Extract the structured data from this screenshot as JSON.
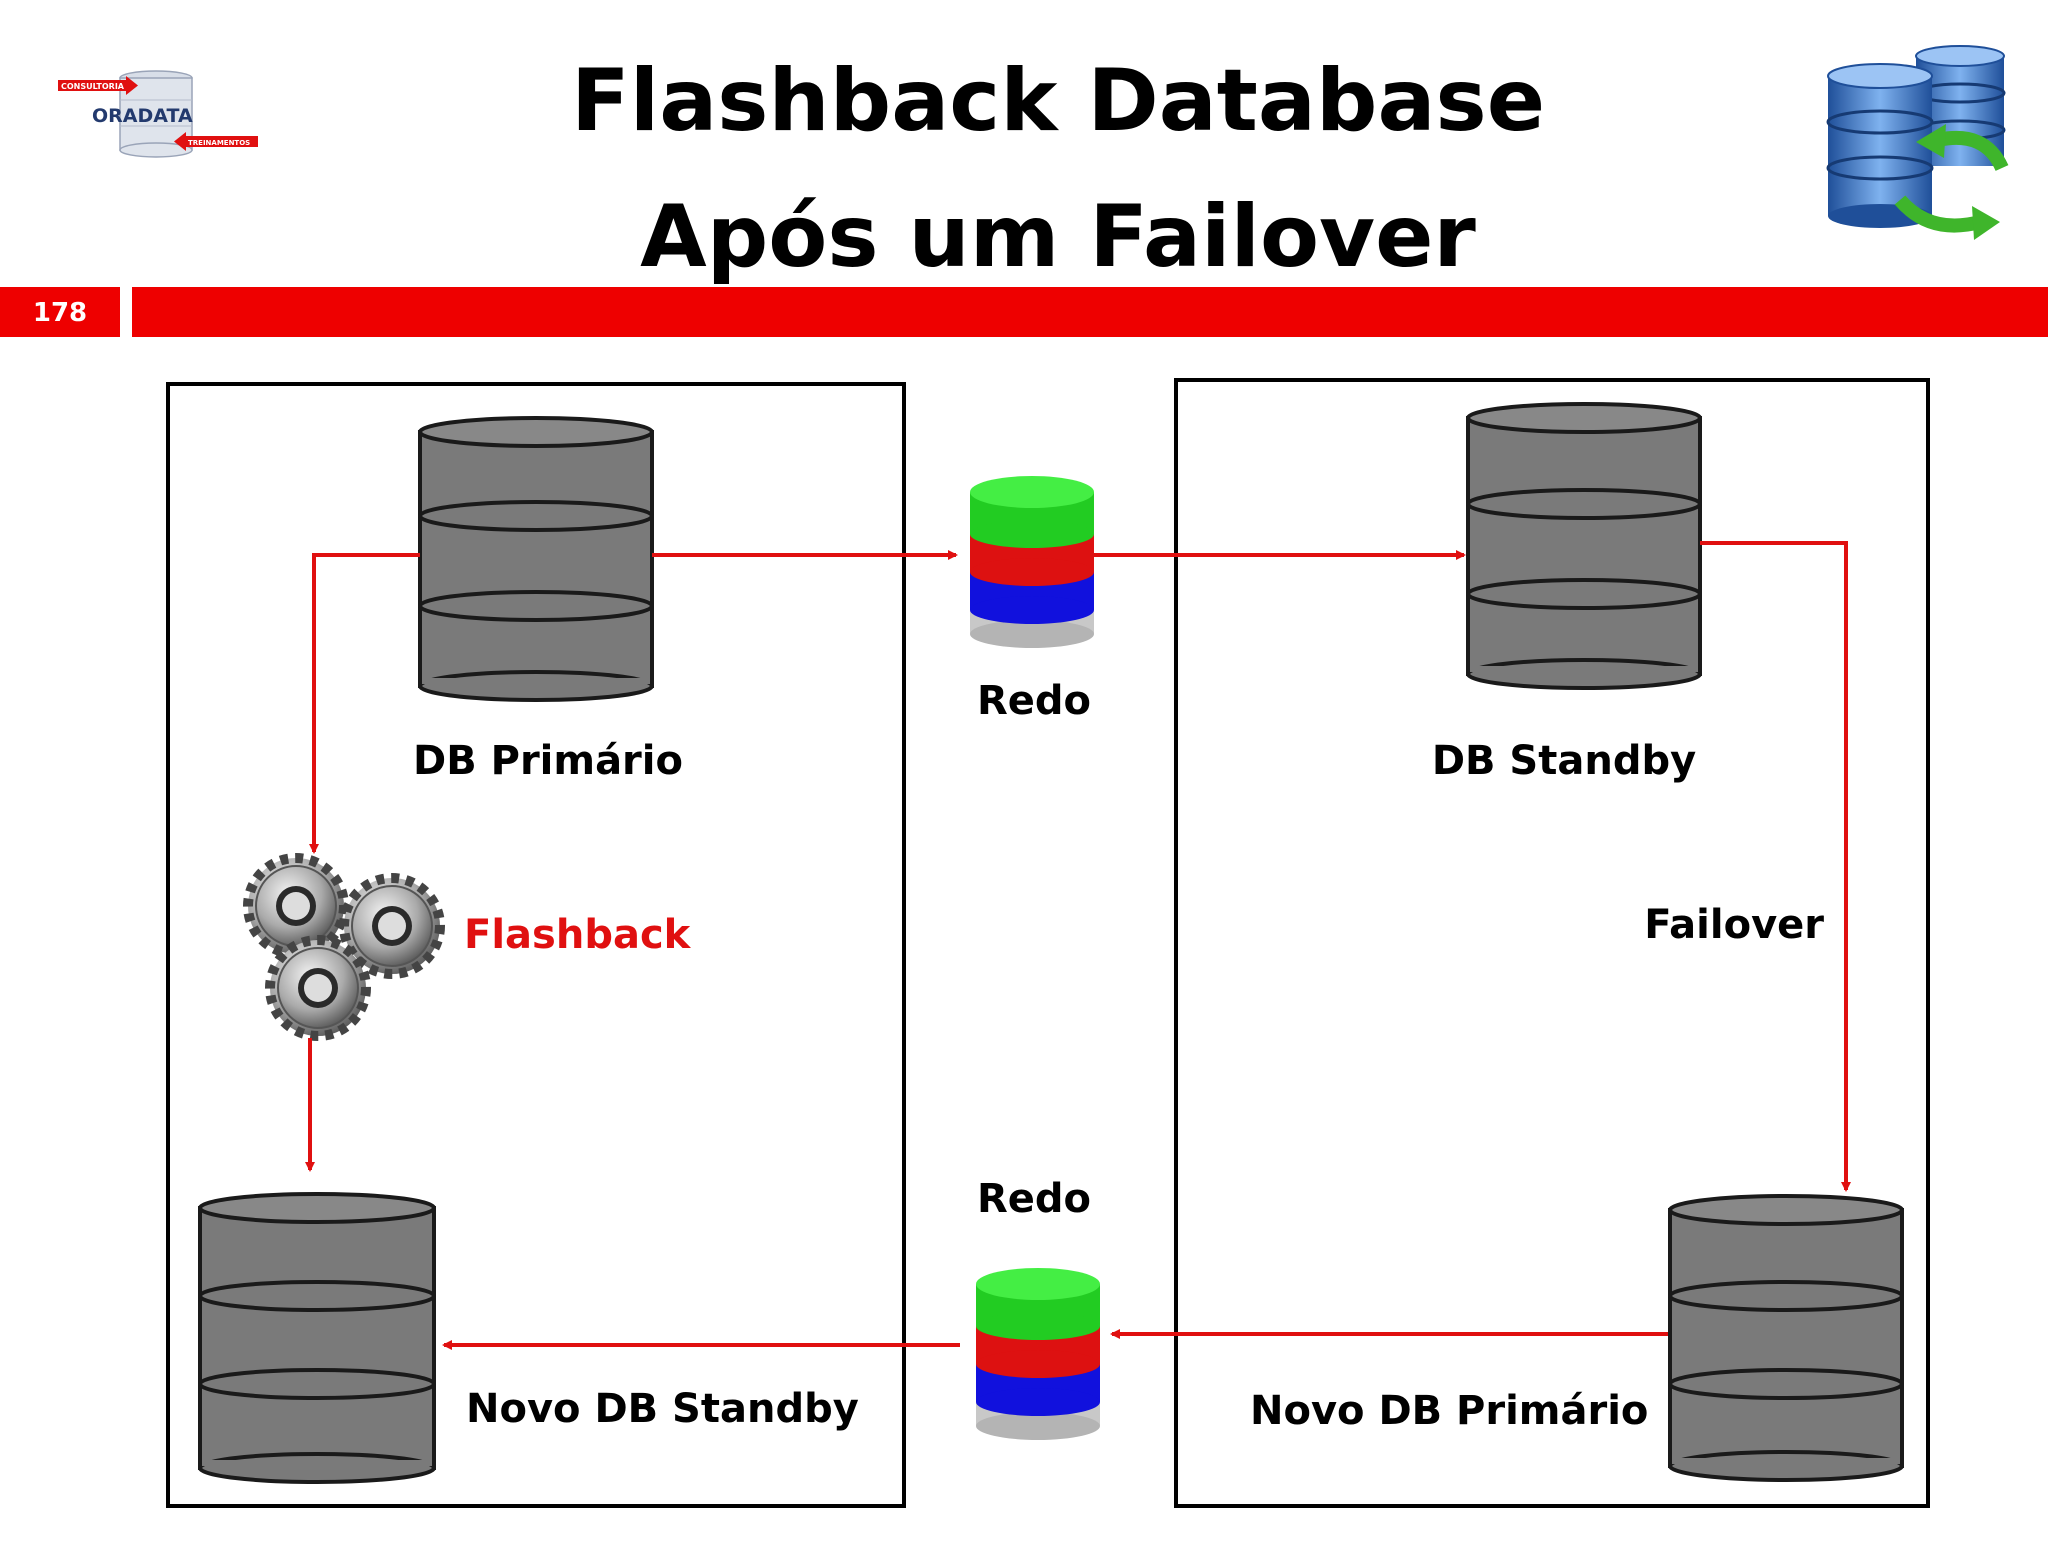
{
  "slide": {
    "title_line1": "Flashback Database",
    "title_line2": "Após um Failover",
    "page_number": "178",
    "accent_color": "#ee0000"
  },
  "logo": {
    "brand": "ORADATA",
    "tag_top": "CONSULTORIA",
    "tag_bottom": "TREINAMENTOS"
  },
  "header_icon": "database-sync-icon",
  "diagram": {
    "primary_label": "DB Primário",
    "standby_label": "DB Standby",
    "redo_top_label": "Redo",
    "redo_bottom_label": "Redo",
    "flashback_label": "Flashback",
    "failover_label": "Failover",
    "new_standby_label": "Novo DB Standby",
    "new_primary_label": "Novo DB Primário",
    "colors": {
      "arrow": "#e01010",
      "db_fill": "#7a7a7a",
      "redo_green": "#22cc22",
      "redo_red": "#dd1111",
      "redo_blue": "#1111dd",
      "redo_gray": "#c8c8c8"
    }
  }
}
